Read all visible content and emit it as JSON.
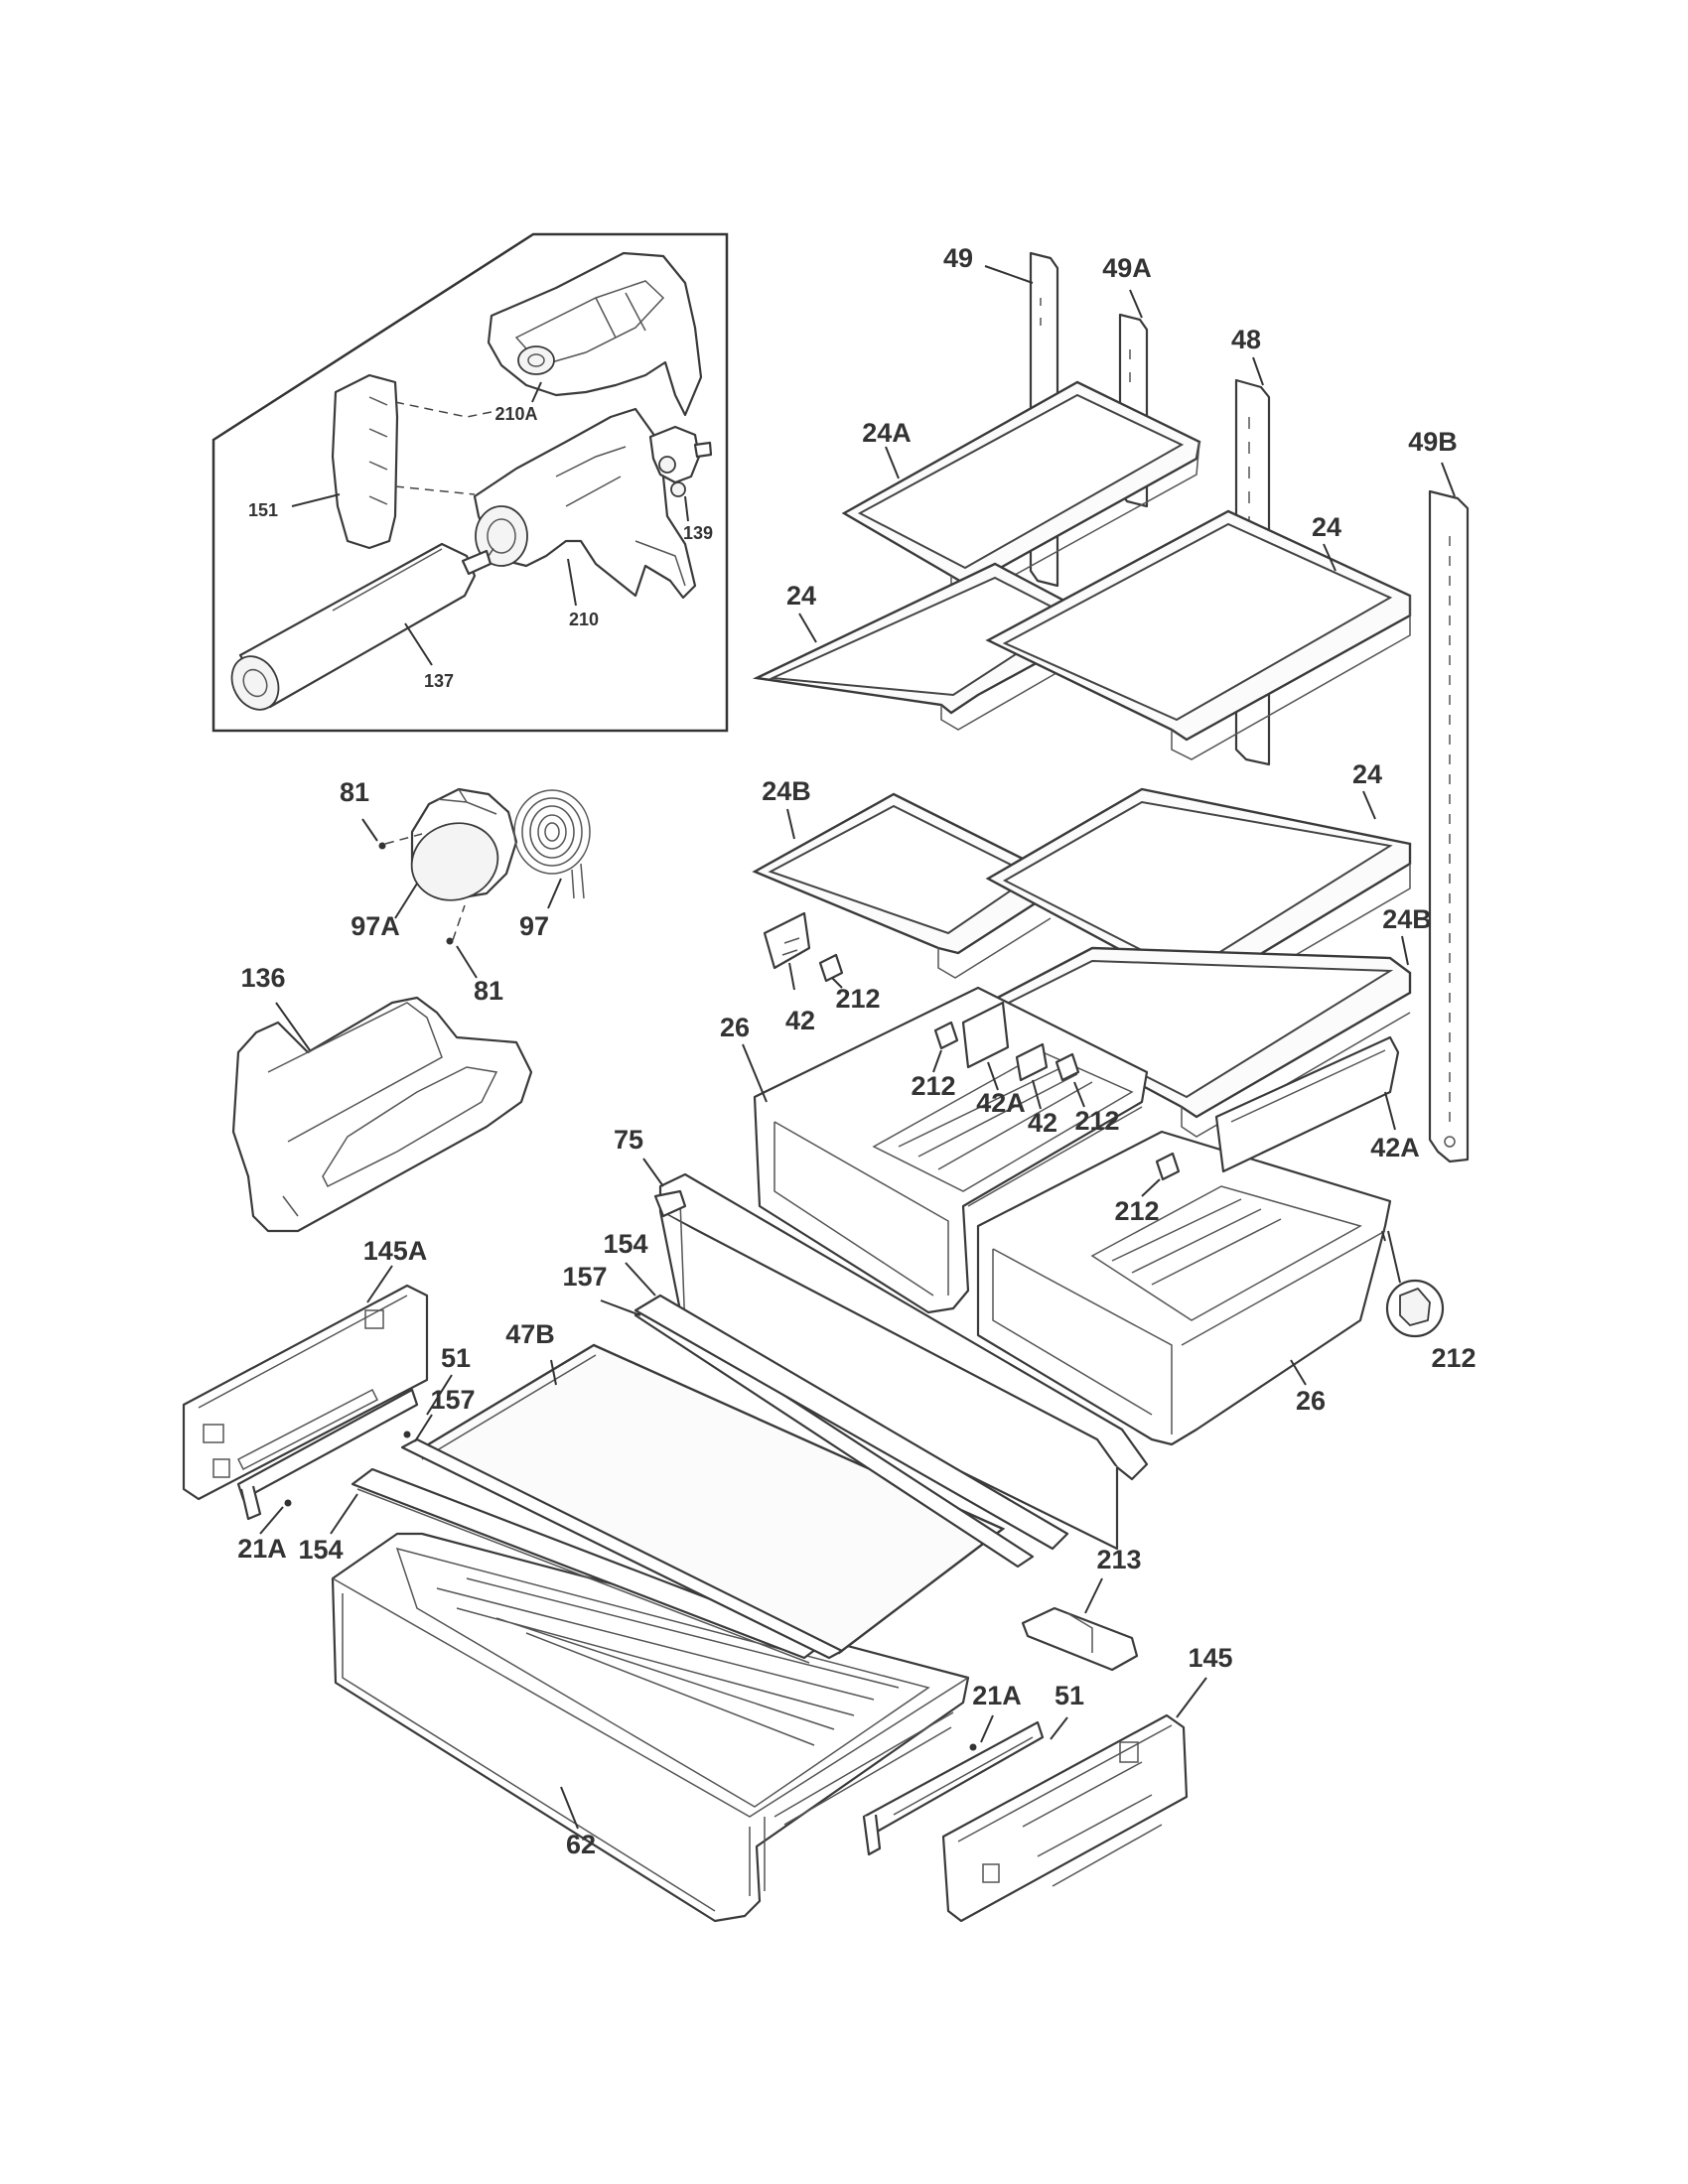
{
  "diagram": {
    "callouts": {
      "c210A": "210A",
      "c151": "151",
      "c139": "139",
      "c210": "210",
      "c137": "137",
      "c81a": "81",
      "c97": "97",
      "c97A": "97A",
      "c81b": "81",
      "c136": "136",
      "c145A": "145A",
      "c51a": "51",
      "c21Aa": "21A",
      "c157a": "157",
      "c154a": "154",
      "c47B": "47B",
      "c157b": "157",
      "c154b": "154",
      "c75": "75",
      "c62": "62",
      "c213": "213",
      "c21Ab": "21A",
      "c51b": "51",
      "c145": "145",
      "c49": "49",
      "c49A": "49A",
      "c48": "48",
      "c49B": "49B",
      "c24A": "24A",
      "c24a": "24",
      "c24b": "24",
      "c24B": "24B",
      "c24c": "24",
      "c24Bb": "24B",
      "c42a": "42",
      "c212a": "212",
      "c26a": "26",
      "c212b": "212",
      "c42A": "42A",
      "c42b": "42",
      "c212c": "212",
      "c42Ab": "42A",
      "c212d": "212",
      "c212e": "212",
      "c26b": "26"
    }
  }
}
